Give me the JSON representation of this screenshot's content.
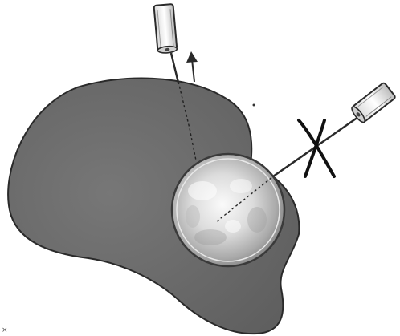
{
  "figure": {
    "colors": {
      "organ_fill": "#6f6f6f",
      "organ_edge": "#2f2f2f",
      "lesion_fill": "#cfcfcf",
      "lesion_highlight": "#f4f4f4",
      "needle_stroke": "#3a3a3a",
      "background": "#ffffff"
    },
    "elements": [
      "organ-silhouette",
      "spherical-lesion",
      "vertical-needle-probe",
      "withdrawal-arrow-icon",
      "oblique-needle-probe",
      "cross-mark-icon"
    ]
  }
}
